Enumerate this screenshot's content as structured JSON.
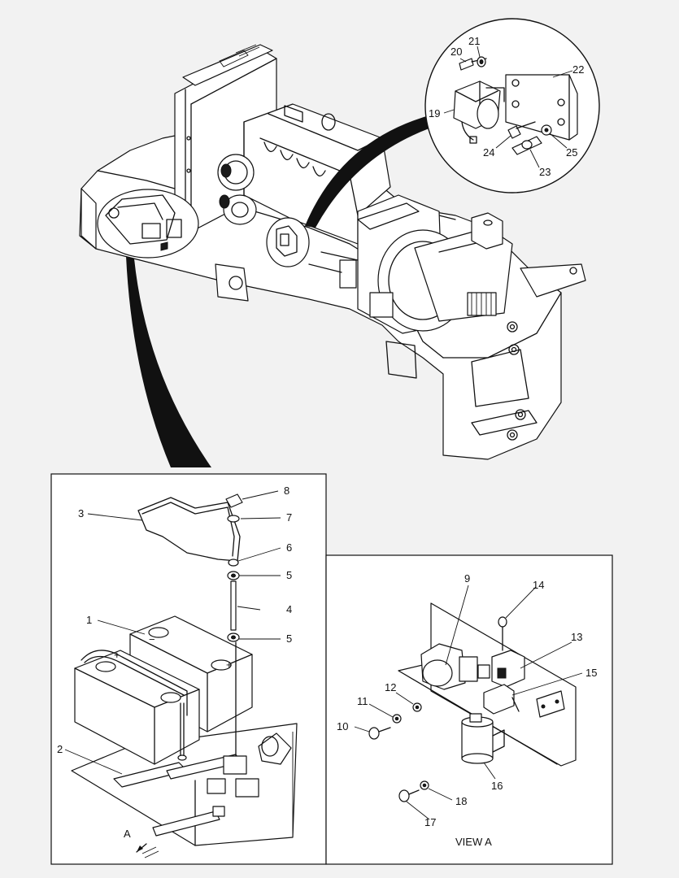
{
  "callouts": {
    "c1": "1",
    "c2": "2",
    "c3": "3",
    "c4": "4",
    "c5a": "5",
    "c5b": "5",
    "c6": "6",
    "c7": "7",
    "c8": "8",
    "c9": "9",
    "c10": "10",
    "c11": "11",
    "c12": "12",
    "c13": "13",
    "c14": "14",
    "c15": "15",
    "c16": "16",
    "c17": "17",
    "c18": "18",
    "c19": "19",
    "c20": "20",
    "c21": "21",
    "c22": "22",
    "c23": "23",
    "c24": "24",
    "c25": "25"
  },
  "view_label": "VIEW A",
  "view_arrow_label": "A",
  "terminal_marks": {
    "negative": "−",
    "positive": "+"
  }
}
